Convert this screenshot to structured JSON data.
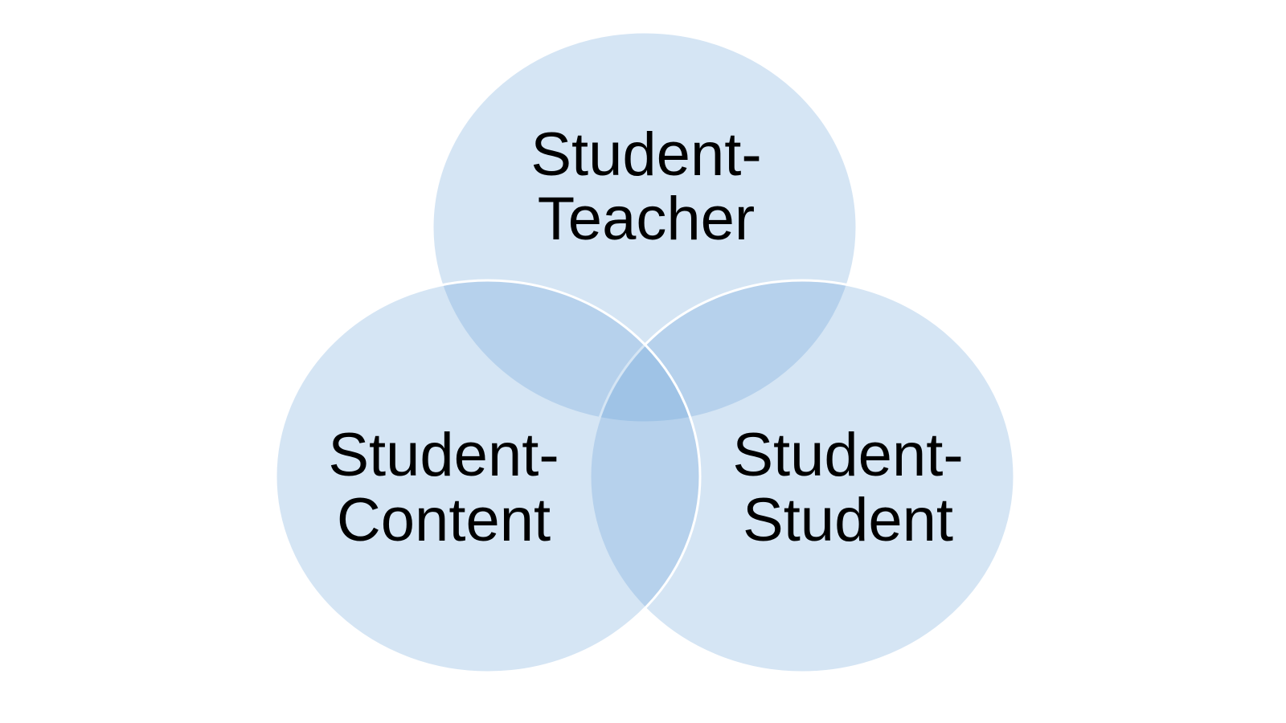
{
  "diagram": {
    "type": "venn",
    "fill_color": "#5b9bd5",
    "stroke_color": "#ffffff",
    "sets": [
      {
        "id": "teacher",
        "lines": [
          "Student-",
          "Teacher"
        ]
      },
      {
        "id": "content",
        "lines": [
          "Student-",
          "Content"
        ]
      },
      {
        "id": "student",
        "lines": [
          "Student-",
          "Student"
        ]
      }
    ]
  }
}
